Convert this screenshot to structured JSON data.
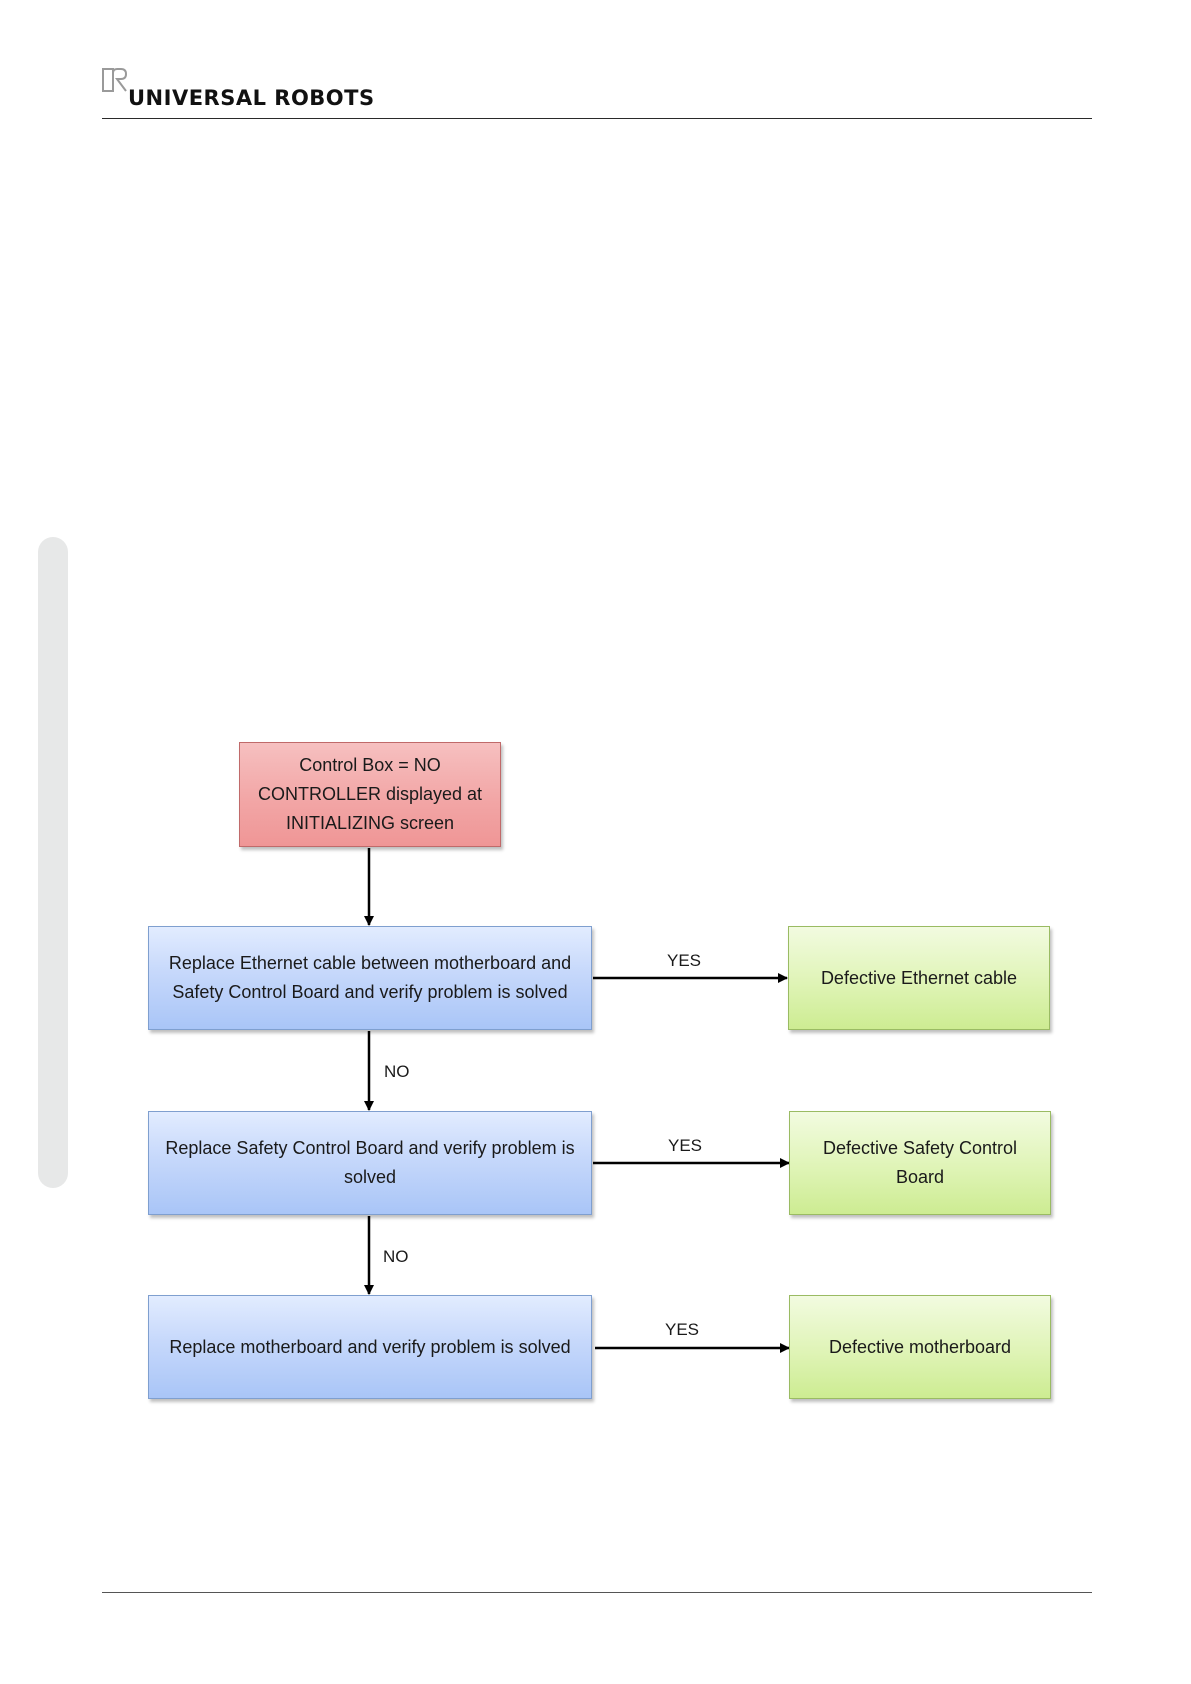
{
  "header": {
    "brand": "UNIVERSAL ROBOTS",
    "logo_icon": "ur-logo-icon"
  },
  "flowchart": {
    "start": "Control Box = NO CONTROLLER displayed at INITIALIZING screen",
    "steps": [
      {
        "action": "Replace Ethernet cable between motherboard and Safety Control Board and verify problem is solved",
        "yes_label": "YES",
        "result": "Defective Ethernet cable",
        "no_label": "NO"
      },
      {
        "action": "Replace Safety Control Board and verify problem is solved",
        "yes_label": "YES",
        "result": "Defective Safety Control Board",
        "no_label": "NO"
      },
      {
        "action": "Replace motherboard and verify problem is solved",
        "yes_label": "YES",
        "result": "Defective motherboard"
      }
    ]
  },
  "colors": {
    "start_fill": "#f2a6a6",
    "action_fill": "#c6d8fb",
    "result_fill": "#dff4b6",
    "arrow": "#000000"
  }
}
